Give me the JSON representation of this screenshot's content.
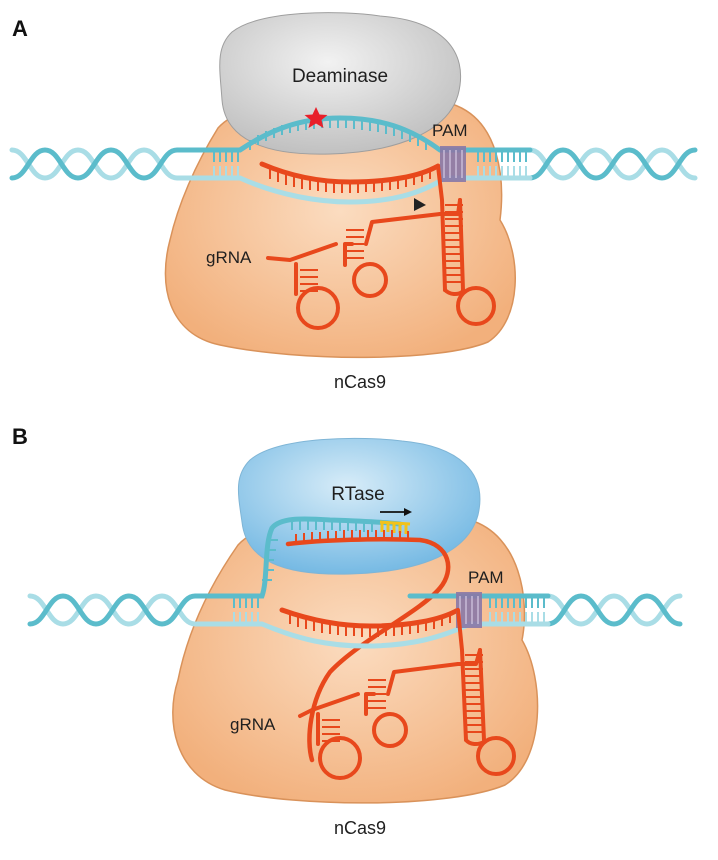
{
  "panel_a": {
    "letter": "A",
    "enzyme": "Deaminase",
    "pam": "PAM",
    "grna": "gRNA",
    "protein": "nCas9"
  },
  "panel_b": {
    "letter": "B",
    "enzyme": "RTase",
    "pam": "PAM",
    "grna": "gRNA",
    "protein": "nCas9"
  },
  "colors": {
    "dna": "#5bbccb",
    "dna_light": "#a9dde6",
    "rna": "#e8481c",
    "pam": "#8a78a6",
    "cas9_fill": "#f6c49a",
    "cas9_edge": "#d9925a",
    "deaminase_fill": "#d3d3d3",
    "rtase_fill": "#8ec8ea",
    "star": "#e8202a",
    "rt_product": "#f2c21b"
  }
}
